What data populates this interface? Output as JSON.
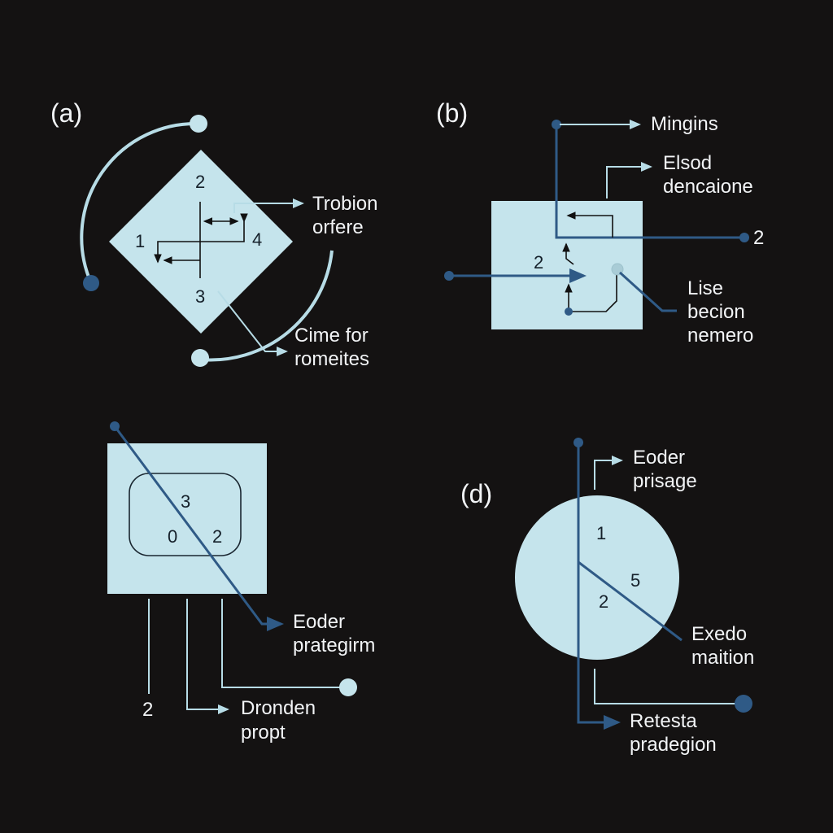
{
  "colors": {
    "background": "#141212",
    "shape_fill": "#c5e4ec",
    "light_line": "#b7dce6",
    "dark_line": "#2f5a86",
    "text": "#f2f4f6"
  },
  "panels": {
    "a": {
      "label": "(a)",
      "numbers": [
        "2",
        "1",
        "4",
        "3"
      ],
      "callouts": [
        {
          "line1": "Trobion",
          "line2": "orfere"
        },
        {
          "line1": "Cime for",
          "line2": "romeites"
        }
      ]
    },
    "b": {
      "label": "(b)",
      "numbers": [
        "2"
      ],
      "endpoint_number": "2",
      "callouts": [
        {
          "line1": "Mingins"
        },
        {
          "line1": "Elsod",
          "line2": "dencaione"
        },
        {
          "line1": "Lise",
          "line2": "becion",
          "line3": "nemero"
        }
      ]
    },
    "c": {
      "numbers": [
        "3",
        "0",
        "2"
      ],
      "bottom_number": "2",
      "callouts": [
        {
          "line1": "Eoder",
          "line2": "prategirm"
        },
        {
          "line1": "Dronden",
          "line2": "propt"
        }
      ]
    },
    "d": {
      "label": "(d)",
      "numbers": [
        "1",
        "5",
        "2"
      ],
      "callouts": [
        {
          "line1": "Eoder",
          "line2": "prisage"
        },
        {
          "line1": "Exedo",
          "line2": "maition"
        },
        {
          "line1": "Retesta",
          "line2": "pradegion"
        }
      ]
    }
  }
}
